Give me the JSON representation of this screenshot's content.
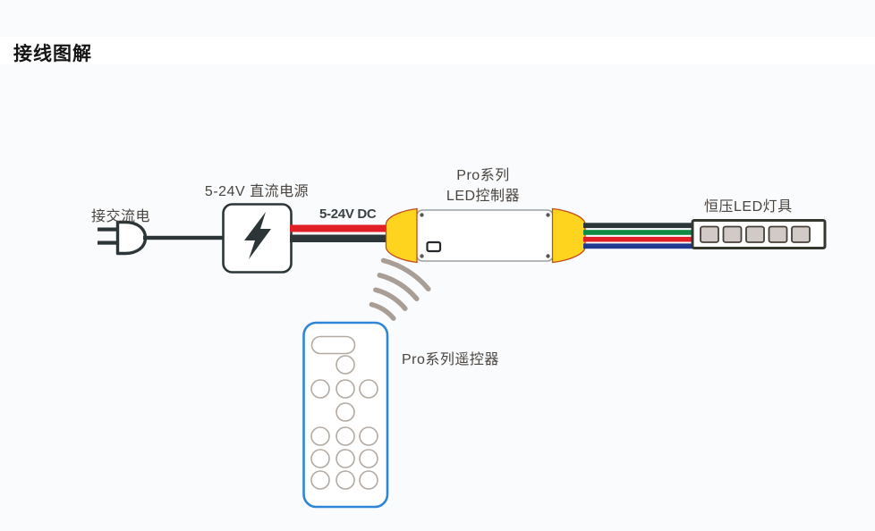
{
  "page": {
    "title": "接线图解"
  },
  "diagram": {
    "labels": {
      "ac_input": "接交流电",
      "power_supply": "5-24V 直流电源",
      "dc_wire": "5-24V DC",
      "controller_line1": "Pro系列",
      "controller_line2": "LED控制器",
      "led_strip": "恒压LED灯具",
      "remote": "Pro系列遥控器"
    },
    "colors": {
      "wire_dark": "#2c3639",
      "wire_red": "#e01f26",
      "wire_green": "#0f8a44",
      "wire_blue": "#203a8f",
      "connector_yellow": "#ffd41e",
      "connector_outline": "#c44a1e",
      "controller_border": "#9aa0a2",
      "remote_border_blue": "#2e86d8",
      "button_outline": "#b3aaa1",
      "signal_wave": "#a89e95",
      "led_square_fill": "#d1cac6",
      "led_strip_border": "#33372e",
      "label_text": "#4a443e"
    }
  }
}
